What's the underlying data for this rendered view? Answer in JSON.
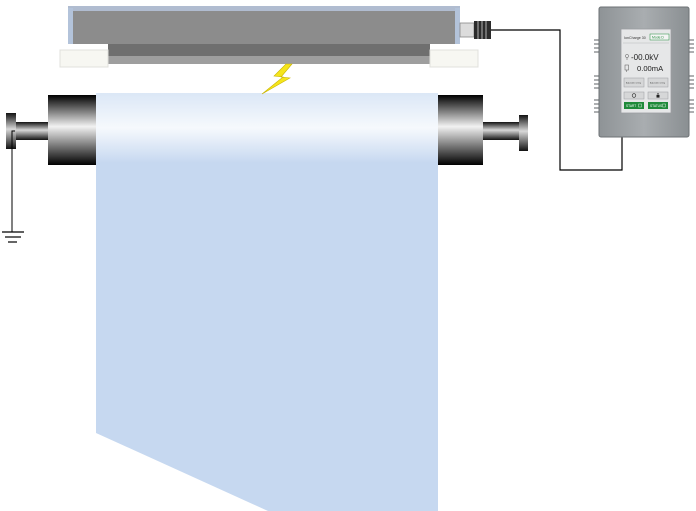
{
  "controller": {
    "brand": "IonCharge 30",
    "mode_badge": "Mode D",
    "voltage": "-00.0kV",
    "current": "0.00mA",
    "button_left_label": "Adjustable setting",
    "button_right_label": "Adjustable setting",
    "start_label": "START",
    "status_label": "STATUS",
    "accent_color": "#1f8a3a",
    "screen_color": "#e6e7e8"
  },
  "colors": {
    "film": "#c6d8f0",
    "bar_body": "#8c8c8c",
    "bar_rail": "#6f6f6f",
    "spark": "#f5e51c"
  }
}
